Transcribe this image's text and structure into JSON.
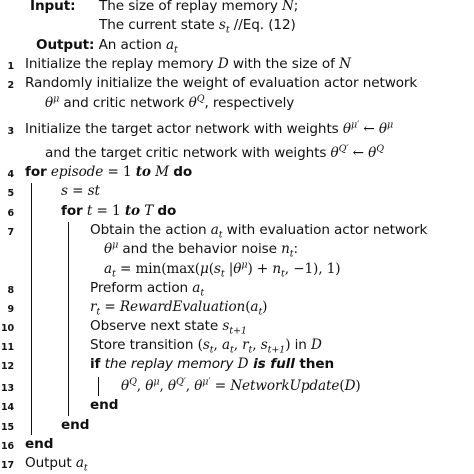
{
  "header": {
    "input_label": "Input:",
    "input_line1": "The size of replay memory N;",
    "input_line2": "The current state s_t //Eq. (12)",
    "output_label": "Output:",
    "output_text": "An action a_t"
  },
  "lines": [
    {
      "n": "1",
      "text": "Initialize the replay memory D with the size of N"
    },
    {
      "n": "2",
      "text": "Randomly initialize the weight of evaluation actor network θ^μ and critic network θ^Q, respectively"
    },
    {
      "n": "3",
      "text": "Initialize the target actor network with weights θ^μ' ← θ^μ and the target critic network with weights θ^Q' ← θ^Q"
    },
    {
      "n": "4",
      "text": "for episode = 1 to M do"
    },
    {
      "n": "5",
      "text": "s = st"
    },
    {
      "n": "6",
      "text": "for t = 1 to T do"
    },
    {
      "n": "7",
      "text": "Obtain the action a_t with evaluation actor network θ^μ and the behavior noise n_t: a_t = min(max(μ(s_t|θ^μ) + n_t, −1), 1)"
    },
    {
      "n": "8",
      "text": "Preform action a_t"
    },
    {
      "n": "9",
      "text": "r_t = RewardEvaluation(a_t)"
    },
    {
      "n": "10",
      "text": "Observe next state s_t+1"
    },
    {
      "n": "11",
      "text": "Store transition (s_t, a_t, r_t, s_t+1) in D"
    },
    {
      "n": "12",
      "text": "if the replay memory D is full then"
    },
    {
      "n": "13",
      "text": "θ^Q, θ^μ, θ^Q', θ^μ' = NetworkUpdate(D)"
    },
    {
      "n": "14",
      "text": "end"
    },
    {
      "n": "15",
      "text": "end"
    },
    {
      "n": "16",
      "text": "end"
    },
    {
      "n": "17",
      "text": "Output a_t"
    }
  ],
  "words": {
    "input_label": "Input:",
    "input_a": "The size of replay memory ",
    "input_b": "The current state ",
    "input_c": " //Eq. (12)",
    "output_label": "Output:",
    "output_a": "An action ",
    "l1_a": "Initialize the replay memory ",
    "l1_b": " with the size of ",
    "l2_a": "Randomly initialize the weight of evaluation actor network",
    "l2_b": " and critic network ",
    "l2_c": ", respectively",
    "l3_a": "Initialize the target actor network with weights ",
    "l3_b": "and the target critic network with weights ",
    "for": "for",
    "do": "do",
    "to": "to",
    "end": "end",
    "if": "if",
    "then": "then",
    "episode": "episode",
    "l5": "s = st",
    "l7_a": "Obtain the action ",
    "l7_b": " with evaluation actor network",
    "l7_c": " and the behavior noise ",
    "l8_a": "Preform action ",
    "l9_fn": "RewardEvaluation",
    "l10_a": "Observe next state ",
    "l11_a": "Store transition ",
    "l11_b": " in ",
    "l12_a": "the replay memory ",
    "l12_b": " is full ",
    "l13_fn": "NetworkUpdate",
    "l17_a": "Output "
  }
}
